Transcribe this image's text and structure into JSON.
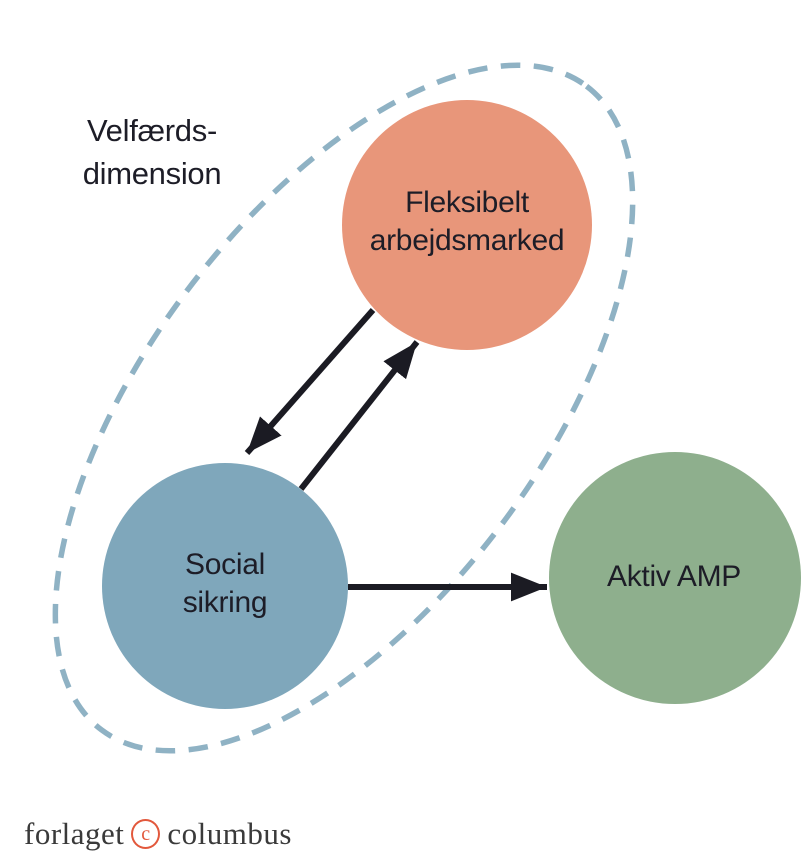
{
  "colors": {
    "background": "#FFFFFF",
    "welfare_ellipse_dash": "#8FB2C4",
    "node_fleksibelt": "#E8967A",
    "node_social": "#7FA7BB",
    "node_aktiv": "#8EAF8D",
    "arrow": "#1B1B23",
    "label_text": "#1D1D27",
    "footer_text": "#3A3A3A",
    "copyright_accent": "#E2583C"
  },
  "group_label": {
    "line1": "Velfærds-",
    "line2": "dimension"
  },
  "nodes": {
    "fleksibelt": {
      "line1": "Fleksibelt",
      "line2": "arbejdsmarked"
    },
    "social": {
      "line1": "Social",
      "line2": "sikring"
    },
    "aktiv": {
      "label": "Aktiv AMP"
    }
  },
  "footer": {
    "word_left": "forlaget",
    "copyright_letter": "c",
    "word_right": "columbus"
  }
}
